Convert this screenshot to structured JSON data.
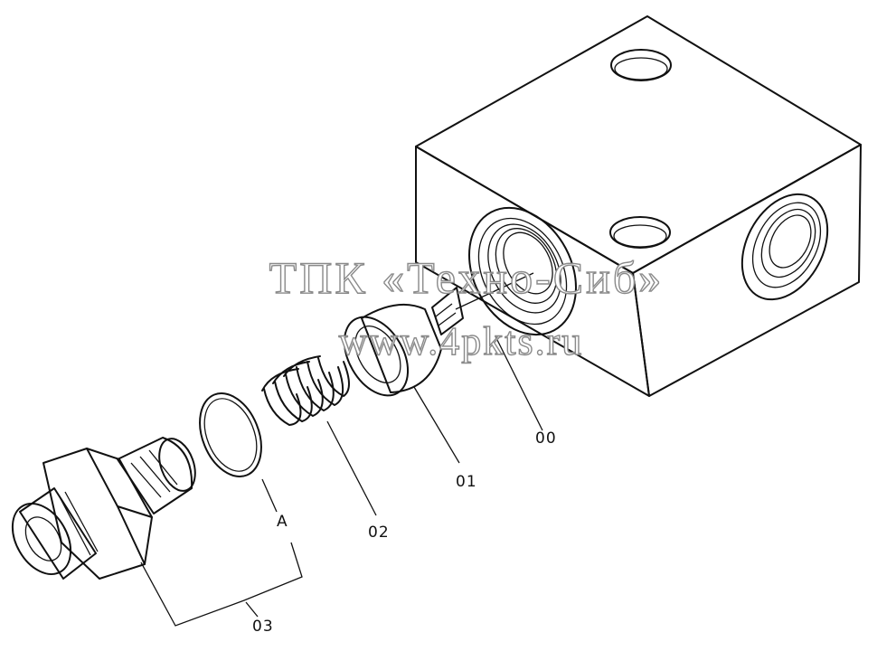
{
  "watermark": {
    "line1": "ТПК «Техно-Сиб»",
    "line2": "www.4pkts.ru"
  },
  "callouts": {
    "c00": "00",
    "c01": "01",
    "c02": "02",
    "c03": "03",
    "cA": "A"
  }
}
